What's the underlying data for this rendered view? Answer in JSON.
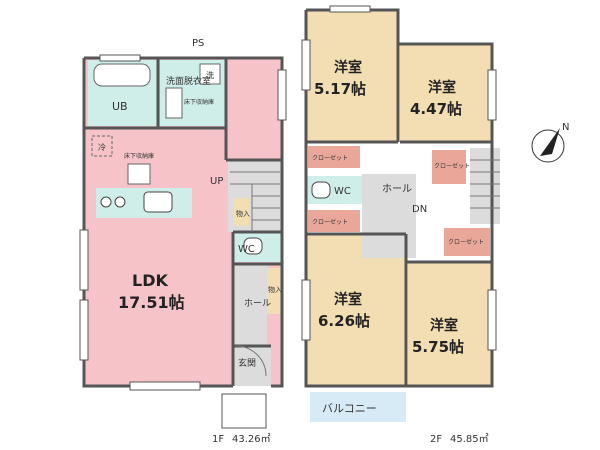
{
  "floors": {
    "first": {
      "label": "1F",
      "area": "43.26㎡",
      "rooms": {
        "ldk_name": "LDK",
        "ldk_size": "17.51帖",
        "ub": "UB",
        "washroom": "洗面脱衣室",
        "wash_small": "洗",
        "underfloor_1": "床下収納庫",
        "underfloor_2": "床下収納庫",
        "fridge": "冷",
        "up": "UP",
        "storage_1": "物入",
        "storage_2": "物入",
        "wc": "WC",
        "hall": "ホール",
        "entrance": "玄関"
      }
    },
    "second": {
      "label": "2F",
      "area": "45.85㎡",
      "rooms": {
        "room_name": "洋室",
        "room1_size": "5.17帖",
        "room2_size": "4.47帖",
        "room3_size": "6.26帖",
        "room4_size": "5.75帖",
        "closet": "クローゼット",
        "wc": "WC",
        "hall": "ホール",
        "dn": "DN",
        "balcony": "バルコニー"
      }
    }
  },
  "labels": {
    "ps": "PS",
    "north": "N"
  },
  "colors": {
    "ldk": "#f6c4c8",
    "room": "#f3ddb3",
    "wet": "#cfeee9",
    "closet": "#e9a79a",
    "floor_grey": "#dcdcdc",
    "balcony": "#d7ebf7",
    "wall": "#555555"
  }
}
